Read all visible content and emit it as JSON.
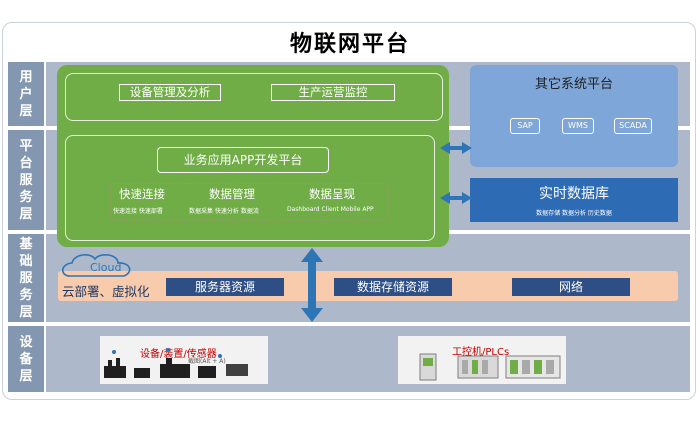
{
  "title": "物联网平台",
  "layers": {
    "user": "用户层",
    "platform": "平台服务层",
    "infra": "基础服务层",
    "device": "设备层"
  },
  "user_layer": {
    "device_mgmt": "设备管理及分析",
    "production_monitor": "生产运营监控"
  },
  "platform_layer": {
    "app_dev": "业务应用APP开发平台",
    "quick_connect": {
      "title": "快速连接",
      "items": "快速连接   快速部署"
    },
    "data_mgmt": {
      "title": "数据管理",
      "items": "数据采集 快速分析 数据流"
    },
    "data_display": {
      "title": "数据呈现",
      "items": "Dashboard Client  Mobile APP"
    }
  },
  "other_systems": {
    "title": "其它系统平台",
    "items": [
      "SAP",
      "WMS",
      "SCADA"
    ]
  },
  "realtime_db": {
    "title": "实时数据库",
    "sub": "数据存储  数据分析  历史数据"
  },
  "infra_layer": {
    "cloud": "Cloud",
    "label": "云部署、虚拟化",
    "resources": [
      "服务器资源",
      "数据存储资源",
      "网络"
    ]
  },
  "device_layer": {
    "sensors": "设备/装置/传感器",
    "sensors_sub": "截图(Alt + A)",
    "plc": "工控机/PLCs"
  },
  "colors": {
    "band": "#adb9ca",
    "label": "#8497b0",
    "green": "#70ad47",
    "arrow": "#2e75b6",
    "infra": "#f8cbad",
    "resource": "#2e4f85",
    "rtdb": "#2e6bb5",
    "other": "#7ea6d8"
  }
}
